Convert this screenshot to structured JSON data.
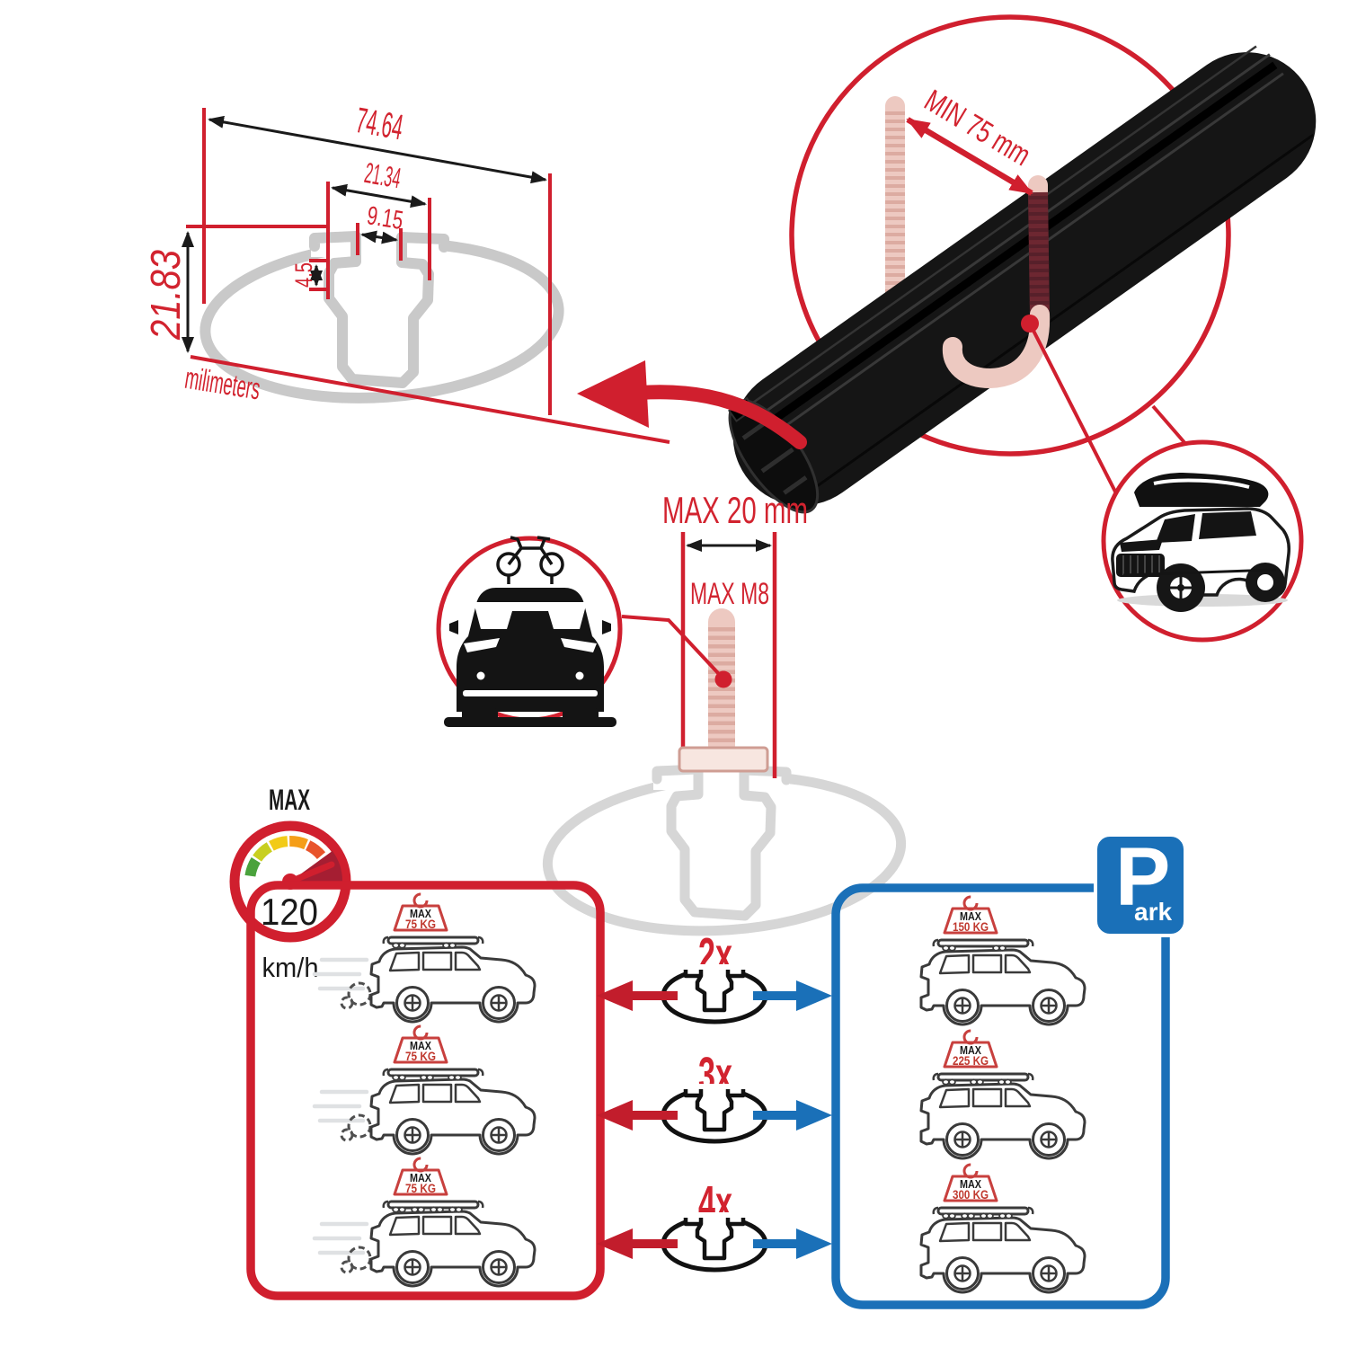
{
  "colors": {
    "red": "#d01f2e",
    "blue": "#1a70b8",
    "gray": "#c9c9c9",
    "pink": "#edc9c1",
    "dark_red_wedge": "#a51e32"
  },
  "cross_section": {
    "total_width": "74.64",
    "channel_width": "21.34",
    "slot_width": "9.15",
    "slot_depth": "4.5",
    "total_height": "21.83",
    "units": "milimeters"
  },
  "bar_callout": {
    "label": "MIN 75 mm"
  },
  "bolt": {
    "width_label": "MAX 20 mm",
    "thread_label": "MAX M8"
  },
  "speed": {
    "title": "MAX",
    "value": "120",
    "unit": "km/h"
  },
  "multipliers": [
    {
      "label": "2x"
    },
    {
      "label": "3x"
    },
    {
      "label": "4x"
    }
  ],
  "driving_cars": [
    {
      "tag": "MAX",
      "load": "75 KG",
      "crossbars": 2
    },
    {
      "tag": "MAX",
      "load": "75 KG",
      "crossbars": 3
    },
    {
      "tag": "MAX",
      "load": "75 KG",
      "crossbars": 4
    }
  ],
  "parked_cars": [
    {
      "tag": "MAX",
      "load": "150 KG",
      "crossbars": 2
    },
    {
      "tag": "MAX",
      "load": "225 KG",
      "crossbars": 3
    },
    {
      "tag": "MAX",
      "load": "300 KG",
      "crossbars": 4
    }
  ],
  "park_sign": {
    "initial": "P",
    "rest": "ark"
  }
}
